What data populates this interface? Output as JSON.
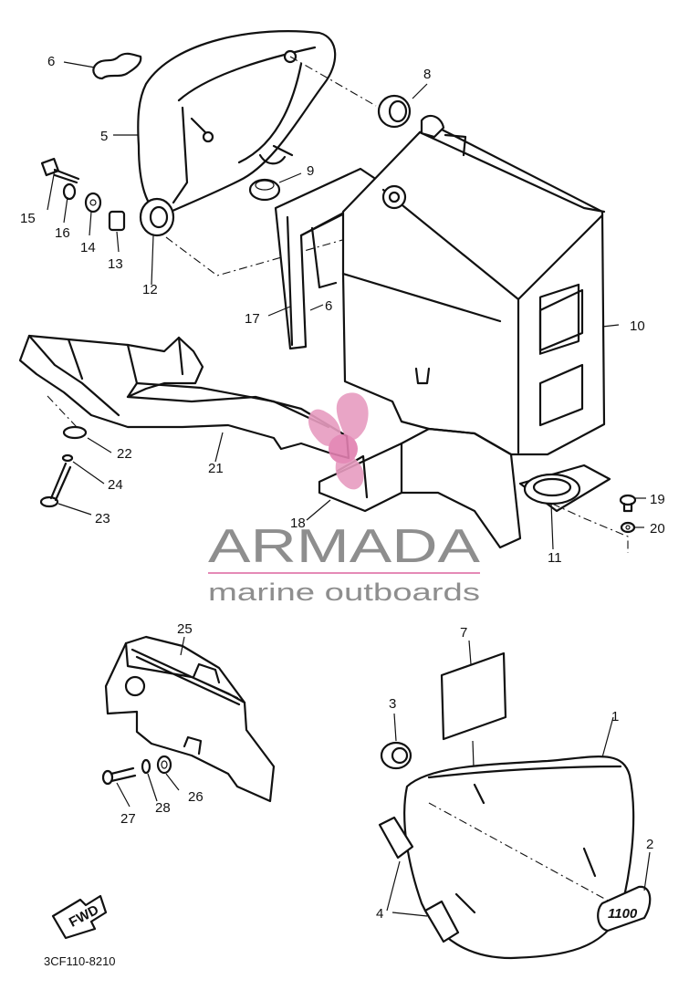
{
  "watermark": {
    "brand": "ARMADA",
    "tagline": "marine outboards",
    "colors": {
      "text": "#8e8e8e",
      "pink": "#e79cc0",
      "line": "#e58ab6"
    }
  },
  "diagram_code": "3CF110-8210",
  "direction_badge": "FWD",
  "emblem_text": "1100",
  "part_labels": {
    "p1": "1",
    "p2": "2",
    "p3": "3",
    "p4": "4",
    "p5": "5",
    "p6": "6",
    "p6b": "6",
    "p7": "7",
    "p8": "8",
    "p9": "9",
    "p10": "10",
    "p11": "11",
    "p12": "12",
    "p13": "13",
    "p14": "14",
    "p15": "15",
    "p16": "16",
    "p17": "17",
    "p18": "18",
    "p19": "19",
    "p20": "20",
    "p21": "21",
    "p22": "22",
    "p23": "23",
    "p24": "24",
    "p25": "25",
    "p26": "26",
    "p27": "27",
    "p28": "28"
  }
}
